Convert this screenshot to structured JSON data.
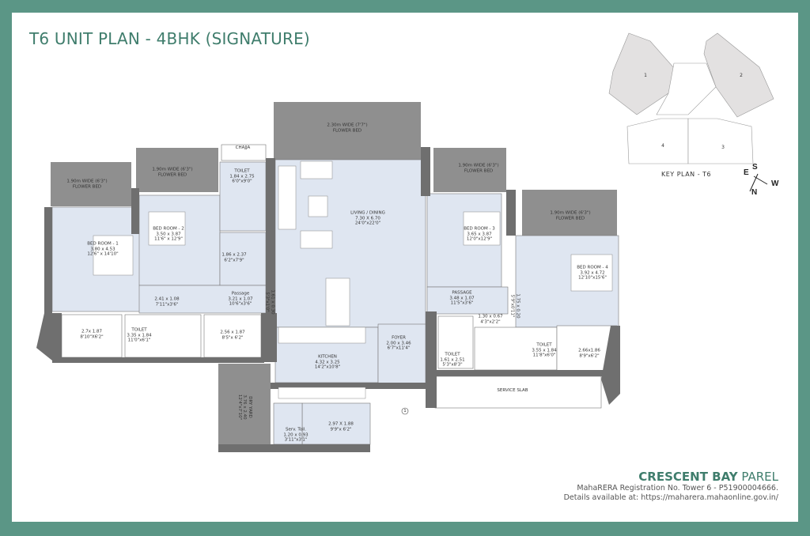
{
  "header": {
    "title": "T6 UNIT PLAN - 4BHK (SIGNATURE)"
  },
  "key_plan": {
    "label": "KEY PLAN  - T6",
    "units": [
      "1",
      "2",
      "3",
      "4"
    ],
    "compass": {
      "north": "N",
      "south": "S",
      "east": "E",
      "west": "W"
    }
  },
  "rooms": {
    "flower_bed_living": {
      "name": "2.30m WIDE (7'7\")",
      "sub": "FLOWER BED"
    },
    "flower_bed_1": {
      "name": "1.90m WIDE (6'3\")",
      "sub": "FLOWER BED"
    },
    "flower_bed_2": {
      "name": "1.90m WIDE (6'3\")",
      "sub": "FLOWER BED"
    },
    "flower_bed_3": {
      "name": "1.90m WIDE (6'3\")",
      "sub": "FLOWER BED"
    },
    "flower_bed_4": {
      "name": "1.90m WIDE (6'3\")",
      "sub": "FLOWER BED"
    },
    "chajja": {
      "name": "CHAJJA"
    },
    "toilet_top": {
      "name": "TOILET",
      "metric": "1.84 x 2.75",
      "imperial": "6'0\"x9'0\""
    },
    "bedroom_1": {
      "name": "BED ROOM - 1",
      "metric": "3.80 x 4.53",
      "imperial": "12'6\" x 14'10\""
    },
    "bedroom_2": {
      "name": "BED ROOM - 2",
      "metric": "3.50 x 3.87",
      "imperial": "11'6\" x 12'9\""
    },
    "bedroom_3": {
      "name": "BED ROOM - 3",
      "metric": "3.65 x 3.87",
      "imperial": "12'0\"x12'9\""
    },
    "bedroom_4": {
      "name": "BED ROOM - 4",
      "metric": "3.92 x 4.72",
      "imperial": "12'10\"x15'6\""
    },
    "dress_1": {
      "metric": "1.86 x 2.37",
      "imperial": "6'2\"x7'9\""
    },
    "passage_small": {
      "metric": "2.41 x 1.08",
      "imperial": "7'11\"x3'6\""
    },
    "passage_left": {
      "name": "Passage",
      "metric": "3.21 x 1.07",
      "imperial": "10'6\"x3'6\""
    },
    "passage_right": {
      "name": "PASSAGE",
      "metric": "3.48 x 1.07",
      "imperial": "11'5\"x3'6\""
    },
    "vertical_left": {
      "metric": "1.61 x 0.30",
      "imperial": "5'3\"x1'0\""
    },
    "vertical_right": {
      "metric": "1.75 x 0.20",
      "imperial": "5'9\"x0'11\""
    },
    "living_dining": {
      "name": "LIVING / DINING",
      "metric": "7.30 X 6.70",
      "imperial": "24'0\"x22'0\""
    },
    "dress_left": {
      "metric": "2.7x 1.87",
      "imperial": "8'10\"X6'2\""
    },
    "toilet_left": {
      "name": "TOILET",
      "metric": "3.35 x 1.84",
      "imperial": "11'0\"x6'1\""
    },
    "dress_mid": {
      "metric": "2.56 x 1.87",
      "imperial": "8'5\"x 6'2\""
    },
    "kitchen": {
      "name": "KITCHEN",
      "metric": "4.32 x 3.25",
      "imperial": "14'2\"x10'8\""
    },
    "foyer": {
      "name": "FOYER",
      "metric": "2.00 x 3.46",
      "imperial": "6'7\"x11'4\""
    },
    "dry_yard": {
      "name": "DRY YARD",
      "metric": "3.76 x 2.40",
      "imperial": "12'4\"x7'10\""
    },
    "serv_toil": {
      "name": "Serv. Toil.",
      "metric": "1.20 x 0.93",
      "imperial": "3'11\"x3'1\""
    },
    "utility": {
      "metric": "2.97 X 1.88",
      "imperial": "9'9\"x 6'2\""
    },
    "entry_marker": "1",
    "shaft": {
      "metric": "1.30 x 0.67",
      "imperial": "4'3\"x2'2\""
    },
    "toilet_r1": {
      "name": "TOILET",
      "metric": "1.61 x 2.51",
      "imperial": "5'3\"x8'3\""
    },
    "toilet_r2": {
      "name": "TOILET",
      "metric": "3.55 x 1.84",
      "imperial": "11'8\"x6'0\""
    },
    "dress_right": {
      "metric": "2.66x1.86",
      "imperial": "8'9\"x6'2\""
    },
    "service_slab": {
      "name": "SERVICE SLAB"
    }
  },
  "footer": {
    "brand_bold": "CRESCENT BAY",
    "brand_light": " PAREL",
    "registration": "MahaRERA Registration No. Tower 6 - P51900004666.",
    "details": "Details available at: https://maharera.mahaonline.gov.in/"
  },
  "colors": {
    "frame": "#5b9686",
    "title": "#3f7d6c",
    "wall": "#6f6f6f",
    "flower_bed": "#8d8d8d",
    "room_fill": "#dfe6f1"
  }
}
